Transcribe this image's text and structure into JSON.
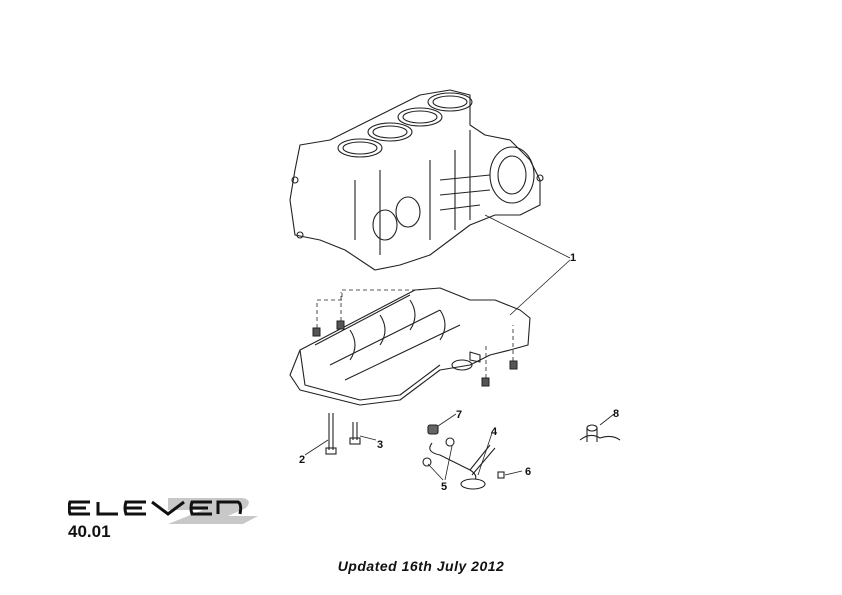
{
  "logo": {
    "text": "ELEVEN"
  },
  "page_number": "40.01",
  "footer": {
    "updated": "Updated 16th July 2012"
  },
  "callouts": [
    "1",
    "2",
    "3",
    "4",
    "5",
    "6",
    "7",
    "8"
  ]
}
